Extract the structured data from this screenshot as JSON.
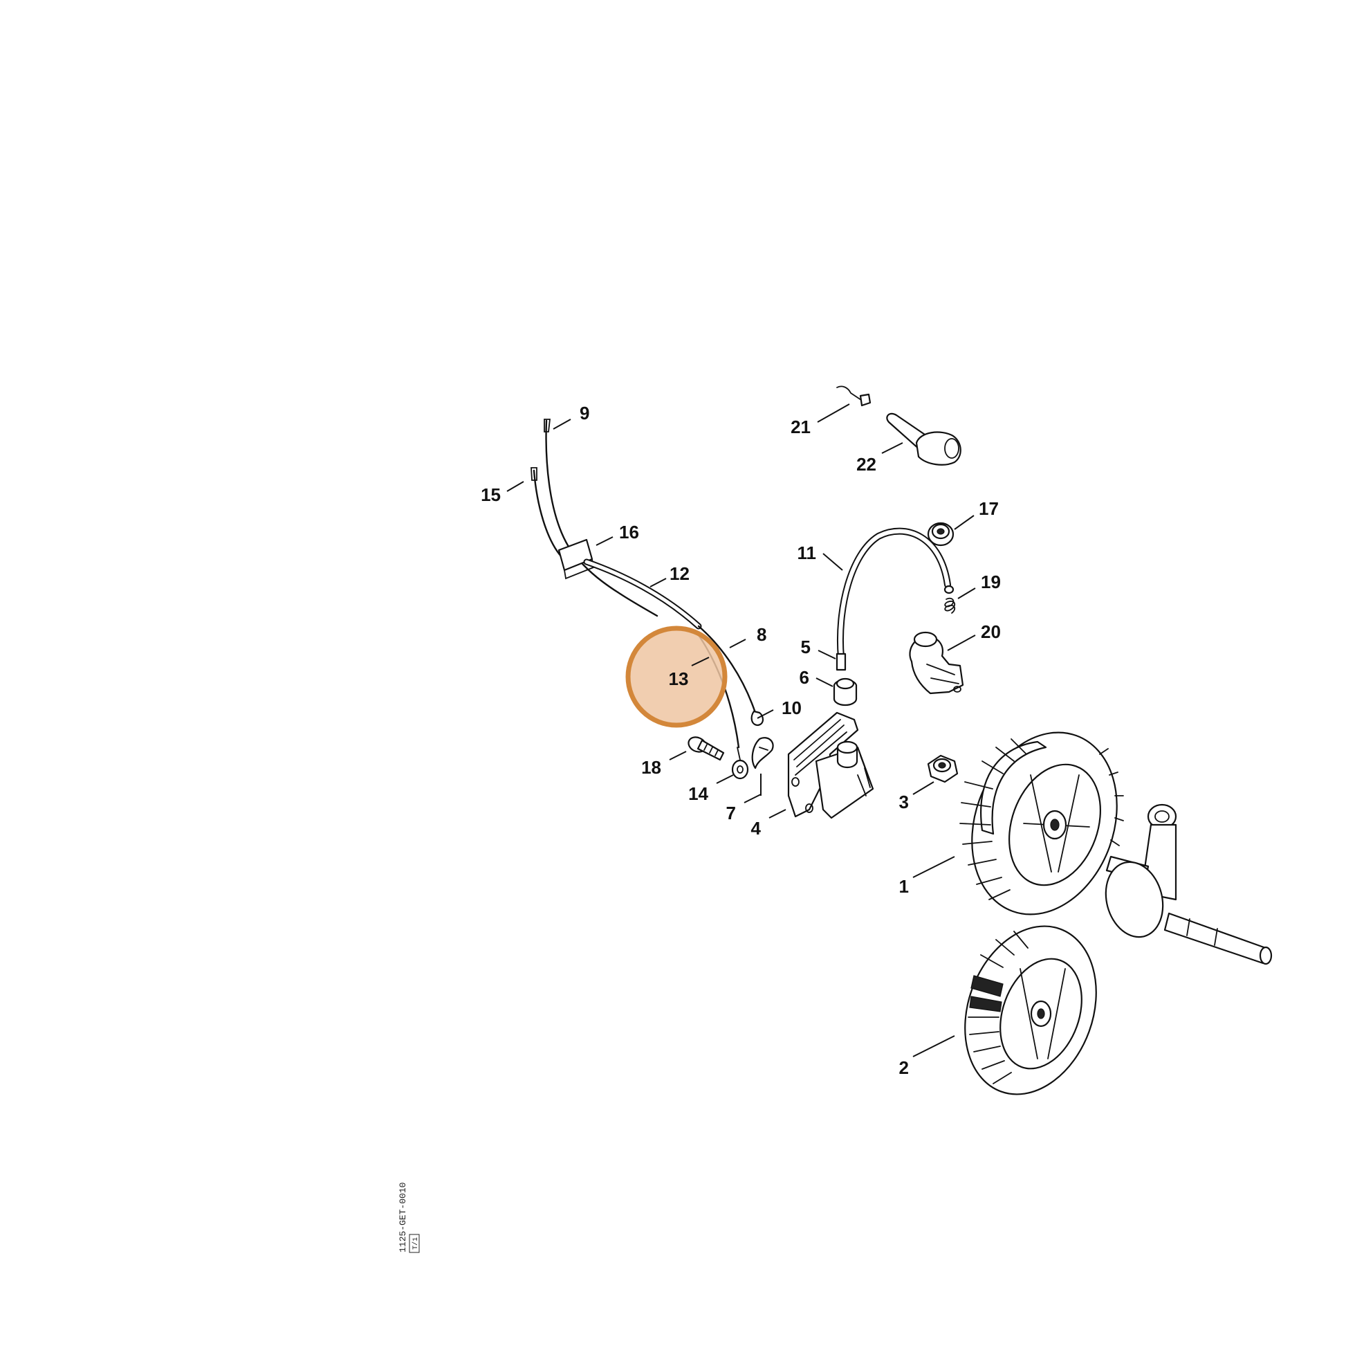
{
  "diagram": {
    "callouts": [
      {
        "id": "1",
        "label": "1"
      },
      {
        "id": "2",
        "label": "2"
      },
      {
        "id": "3",
        "label": "3"
      },
      {
        "id": "4",
        "label": "4"
      },
      {
        "id": "5",
        "label": "5"
      },
      {
        "id": "6",
        "label": "6"
      },
      {
        "id": "7",
        "label": "7"
      },
      {
        "id": "8",
        "label": "8"
      },
      {
        "id": "9",
        "label": "9"
      },
      {
        "id": "10",
        "label": "10"
      },
      {
        "id": "11",
        "label": "11"
      },
      {
        "id": "12",
        "label": "12"
      },
      {
        "id": "13",
        "label": "13"
      },
      {
        "id": "14",
        "label": "14"
      },
      {
        "id": "15",
        "label": "15"
      },
      {
        "id": "16",
        "label": "16"
      },
      {
        "id": "17",
        "label": "17"
      },
      {
        "id": "18",
        "label": "18"
      },
      {
        "id": "19",
        "label": "19"
      },
      {
        "id": "20",
        "label": "20"
      },
      {
        "id": "21",
        "label": "21"
      },
      {
        "id": "22",
        "label": "22"
      }
    ],
    "highlighted_callout": "13",
    "highlight_color": "#D3873A",
    "highlight_fill": "#EFC6A2",
    "drawing_code": "1125-GET-0010",
    "drawing_code_suffix": "T/1"
  }
}
